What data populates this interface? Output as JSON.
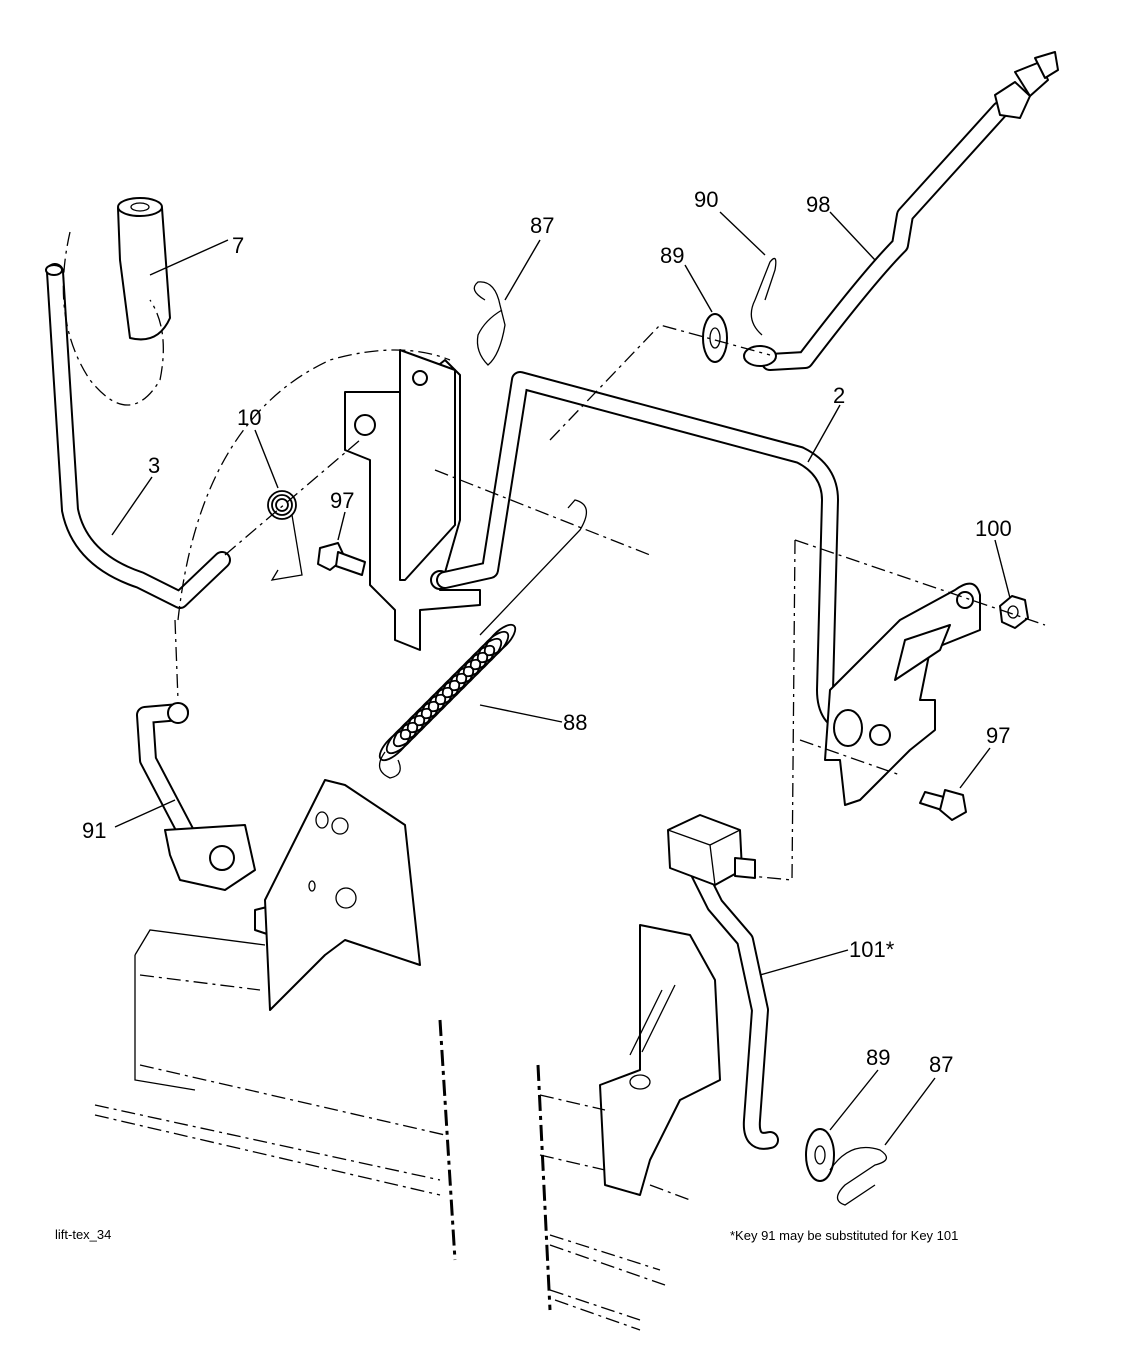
{
  "drawing_id": "lift-tex_34",
  "footnote": "*Key 91 may be substituted for Key 101",
  "callouts": [
    {
      "key": "label_7",
      "text": "7"
    },
    {
      "key": "label_87_top",
      "text": "87"
    },
    {
      "key": "label_89_top",
      "text": "89"
    },
    {
      "key": "label_90",
      "text": "90"
    },
    {
      "key": "label_98",
      "text": "98"
    },
    {
      "key": "label_2",
      "text": "2"
    },
    {
      "key": "label_10",
      "text": "10"
    },
    {
      "key": "label_3",
      "text": "3"
    },
    {
      "key": "label_97_left",
      "text": "97"
    },
    {
      "key": "label_100",
      "text": "100"
    },
    {
      "key": "label_88",
      "text": "88"
    },
    {
      "key": "label_97_right",
      "text": "97"
    },
    {
      "key": "label_91",
      "text": "91"
    },
    {
      "key": "label_101",
      "text": "101*"
    },
    {
      "key": "label_89_bottom",
      "text": "89"
    },
    {
      "key": "label_87_bottom",
      "text": "87"
    }
  ]
}
